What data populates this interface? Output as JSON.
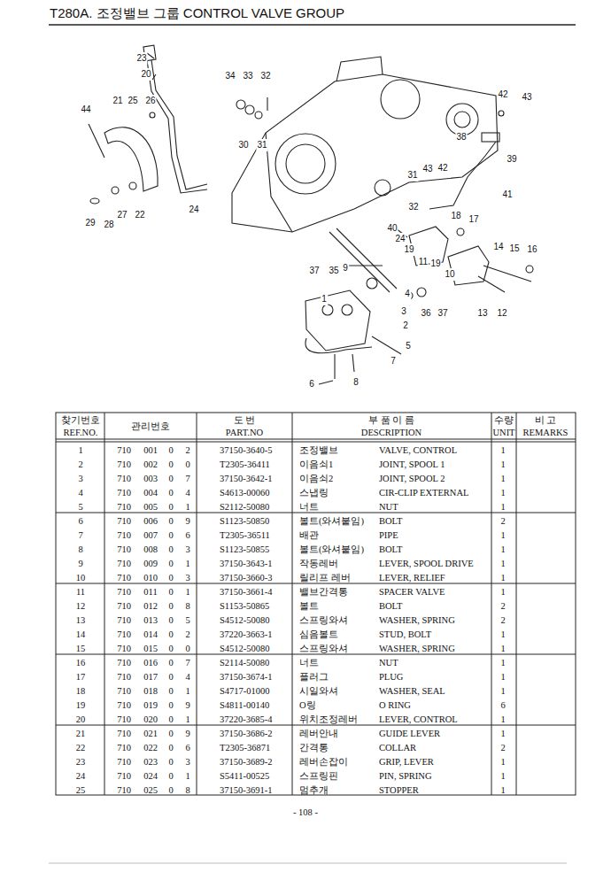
{
  "diagram": {
    "title": "T280A. 조정밸브 그룹 CONTROL VALVE GROUP",
    "labels": [
      "23",
      "20",
      "34",
      "33",
      "32",
      "44",
      "21",
      "25",
      "26",
      "30",
      "31",
      "42",
      "43",
      "38",
      "39",
      "24",
      "29",
      "28",
      "27",
      "22",
      "31",
      "43",
      "42",
      "32",
      "41",
      "18",
      "17",
      "40",
      "24",
      "19",
      "11",
      "19",
      "14",
      "15",
      "16",
      "10",
      "37",
      "35",
      "9",
      "1",
      "4",
      "3",
      "36",
      "37",
      "13",
      "12",
      "2",
      "5",
      "7",
      "8",
      "6",
      "찾기번호",
      "REF.NO.",
      "관리번호",
      "도 번",
      "PART.NO",
      "부 품 이 름",
      "DESCRIPTION",
      "수량",
      "UNIT",
      "비 고",
      "REMARKS",
      "1",
      "710",
      "001",
      "0",
      "2",
      "37150-3640-5",
      "조정밸브",
      "VALVE, CONTROL",
      "1",
      "2",
      "710",
      "002",
      "0",
      "0",
      "T2305-36411",
      "이음쇠1",
      "JOINT, SPOOL 1",
      "1",
      "3",
      "710",
      "003",
      "0",
      "7",
      "37150-3642-1",
      "이음쇠2",
      "JOINT, SPOOL 2",
      "1",
      "4",
      "710",
      "004",
      "0",
      "4",
      "S4613-00060",
      "스냅링",
      "CIR-CLIP EXTERNAL",
      "1",
      "5",
      "710",
      "005",
      "0",
      "1",
      "S2112-50080",
      "너트",
      "NUT",
      "1",
      "6",
      "710",
      "006",
      "0",
      "9",
      "S1123-50850",
      "볼트(와셔붙임)",
      "BOLT",
      "2",
      "7",
      "710",
      "007",
      "0",
      "6",
      "T2305-36511",
      "배관",
      "PIPE",
      "1",
      "8",
      "710",
      "008",
      "0",
      "3",
      "S1123-50855",
      "볼트(와셔붙임)",
      "BOLT",
      "1",
      "9",
      "710",
      "009",
      "0",
      "1",
      "37150-3643-1",
      "작동레버",
      "LEVER, SPOOL DRIVE",
      "1",
      "10",
      "710",
      "010",
      "0",
      "3",
      "37150-3660-3",
      "릴리프 레버",
      "LEVER, RELIEF",
      "1",
      "11",
      "710",
      "011",
      "0",
      "1",
      "37150-3661-4",
      "밸브간격통",
      "SPACER VALVE",
      "1",
      "12",
      "710",
      "012",
      "0",
      "8",
      "S1153-50865",
      "볼트",
      "BOLT",
      "2",
      "13",
      "710",
      "013",
      "0",
      "5",
      "S4512-50080",
      "스프링와셔",
      "WASHER, SPRING",
      "2",
      "14",
      "710",
      "014",
      "0",
      "2",
      "37220-3663-1",
      "심음볼트",
      "STUD, BOLT",
      "1",
      "15",
      "710",
      "015",
      "0",
      "0",
      "S4512-50080",
      "스프링와셔",
      "WASHER, SPRING",
      "1",
      "16",
      "710",
      "016",
      "0",
      "7",
      "S2114-50080",
      "너트",
      "NUT",
      "1",
      "17",
      "710",
      "017",
      "0",
      "4",
      "37150-3674-1",
      "플러그",
      "PLUG",
      "1",
      "18",
      "710",
      "018",
      "0",
      "1",
      "S4717-01000",
      "시일와셔",
      "WASHER, SEAL",
      "1",
      "19",
      "710",
      "019",
      "0",
      "9",
      "S4811-00140",
      "O링",
      "O RING",
      "6",
      "20",
      "710",
      "020",
      "0",
      "1",
      "37220-3685-4",
      "위치조정레버",
      "LEVER, CONTROL",
      "1",
      "21",
      "710",
      "021",
      "0",
      "9",
      "37150-3686-2",
      "레버안내",
      "GUIDE LEVER",
      "1",
      "22",
      "710",
      "022",
      "0",
      "6",
      "T2305-36871",
      "간격통",
      "COLLAR",
      "2",
      "23",
      "710",
      "023",
      "0",
      "3",
      "37150-3689-2",
      "레버손잡이",
      "GRIP, LEVER",
      "1",
      "24",
      "710",
      "024",
      "0",
      "1",
      "S5411-00525",
      "스프링핀",
      "PIN, SPRING",
      "1",
      "25",
      "710",
      "025",
      "0",
      "8",
      "37150-3691-1",
      "멈추개",
      "STOPPER",
      "1",
      "- 108 -"
    ]
  }
}
